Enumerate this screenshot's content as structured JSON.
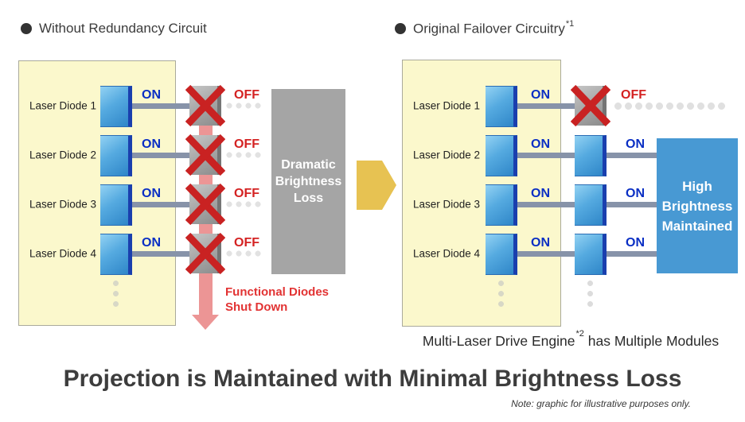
{
  "sections": {
    "left": {
      "heading": "Without Redundancy Circuit",
      "rows": [
        {
          "label": "Laser Diode 1",
          "module_state": "ON",
          "circuit_state": "OFF"
        },
        {
          "label": "Laser Diode 2",
          "module_state": "ON",
          "circuit_state": "OFF"
        },
        {
          "label": "Laser Diode 3",
          "module_state": "ON",
          "circuit_state": "OFF"
        },
        {
          "label": "Laser Diode 4",
          "module_state": "ON",
          "circuit_state": "OFF"
        }
      ],
      "loss_box_lines": {
        "0": "Dramatic",
        "1": "Brightness",
        "2": "Loss"
      },
      "shutdown_label_line1": "Functional Diodes",
      "shutdown_label_line2": "Shut Down"
    },
    "right": {
      "heading": "Original Failover Circuitry",
      "heading_footnote": "*1",
      "rows": [
        {
          "label": "Laser Diode 1",
          "module_state": "ON",
          "backup_state": "OFF"
        },
        {
          "label": "Laser Diode 2",
          "module_state": "ON",
          "backup_state": "ON"
        },
        {
          "label": "Laser Diode 3",
          "module_state": "ON",
          "backup_state": "ON"
        },
        {
          "label": "Laser Diode 4",
          "module_state": "ON",
          "backup_state": "ON"
        }
      ],
      "gain_box_lines": {
        "0": "High",
        "1": "Brightness",
        "2": "Maintained"
      },
      "caption_pre": "Multi-Laser Drive Engine",
      "caption_footnote": "*2",
      "caption_post": " has Multiple Modules"
    }
  },
  "footer": {
    "headline": "Projection is Maintained with Minimal Brightness Loss",
    "note": "Note: graphic for illustrative purposes only."
  },
  "colors": {
    "panel_yellow": "#fbf8cc",
    "module_blue": "#55aae0",
    "module_edge_navy": "#1a3fae",
    "failed_gray": "#a5a5a5",
    "cross_red": "#c92222",
    "on_text_blue": "#0a2fc4",
    "off_text_red": "#d42222",
    "connector_gray": "#8793a9",
    "loss_box_gray": "#a5a5a5",
    "gain_box_blue": "#4899d3",
    "transition_arrow_gold": "#e7c252",
    "shutdown_arrow_pink": "#ec9595",
    "shutdown_text_red": "#e23333"
  }
}
